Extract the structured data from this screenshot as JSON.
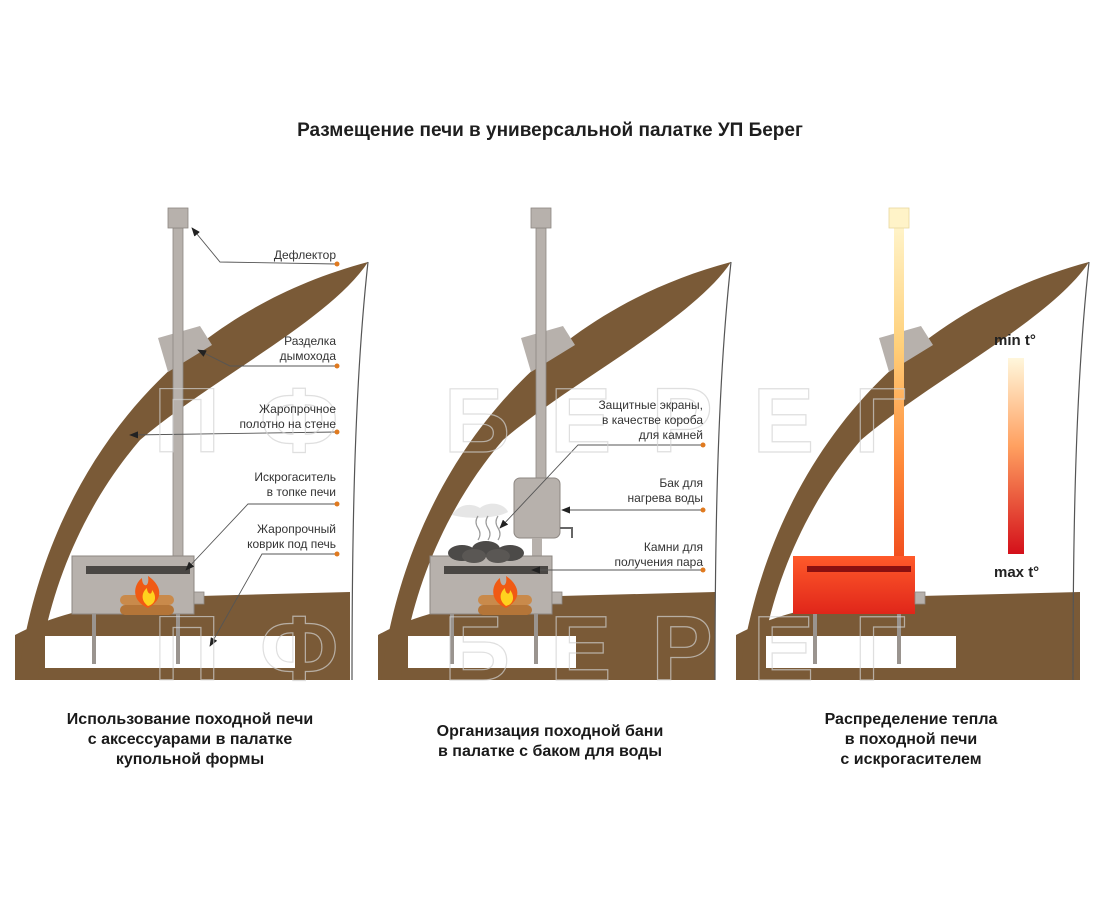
{
  "title": "Размещение печи в универсальной палатке УП Берег",
  "watermark": "ПФ БЕРЕГ",
  "colors": {
    "ground": "#7a5a37",
    "tent": "#7a5a37",
    "steel": "#b7b1ac",
    "steel_dark": "#8d8782",
    "callout_dot": "#e07a1f",
    "heat_hot": "#d9131b",
    "heat_cool": "#fff6d8"
  },
  "panels": [
    {
      "caption": [
        "Использование походной печи",
        "с аксессуарами в палатке",
        "купольной формы"
      ],
      "labels": [
        {
          "lines": [
            "Дефлектор"
          ]
        },
        {
          "lines": [
            "Разделка",
            "дымохода"
          ]
        },
        {
          "lines": [
            "Жаропрочное",
            "полотно на стене"
          ]
        },
        {
          "lines": [
            "Искрогаситель",
            "в топке печи"
          ]
        },
        {
          "lines": [
            "Жаропрочный",
            "коврик под печь"
          ]
        }
      ]
    },
    {
      "caption": [
        "Организация походной бани",
        "в палатке с баком для воды"
      ],
      "labels": [
        {
          "lines": [
            "Защитные экраны,",
            "в качестве короба",
            "для камней"
          ]
        },
        {
          "lines": [
            "Бак для",
            "нагрева воды"
          ]
        },
        {
          "lines": [
            "Камни для",
            "получения пара"
          ]
        }
      ]
    },
    {
      "caption": [
        "Распределение тепла",
        "в походной печи",
        "с искрогасителем"
      ],
      "scale": {
        "min_label": "min t°",
        "max_label": "max t°"
      }
    }
  ]
}
